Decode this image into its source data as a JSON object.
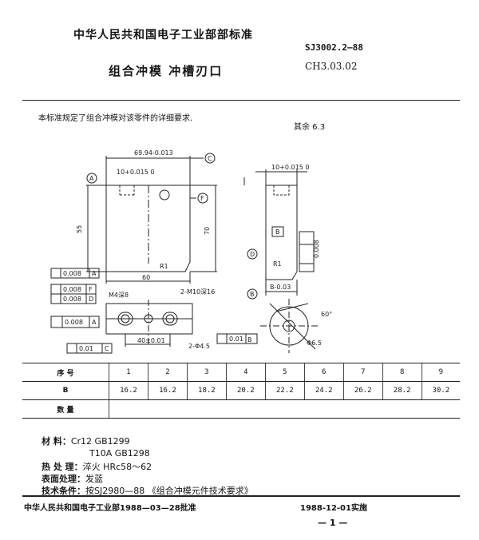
{
  "header": {
    "org_standard": "中华人民共和国电子工业部部标准",
    "std_code": "SJ3002.2—88",
    "title": "组合冲模   冲槽刃口",
    "part_code": "CH3.03.02"
  },
  "scope_text": "本标准规定了组合冲模对该零件的详细要求.",
  "roughness": "其余 6.3",
  "drawing": {
    "dim_length": "69.94-0.013",
    "datum_c": "C",
    "datum_a": "A",
    "datum_f": "F",
    "datum_d": "D",
    "datum_b": "B",
    "dim_slot": "10+0.015 0",
    "dim_slot2": "10+0.015 0",
    "dim_55": "55",
    "dim_70": "70",
    "dim_60": "60",
    "radius": "R1",
    "radius2": "R1",
    "dim_b": "B-0.03",
    "hole_m4": "M4深8",
    "hole_m10": "2-M10深16",
    "dim_40": "40±0.01",
    "dim_phi": "2-Φ4.5",
    "box_b": "B",
    "flat1": "0.008",
    "flat2": "0.008",
    "flat3": "0.008",
    "perp1": "0.008",
    "par1": "0.008",
    "sym1": "0.01",
    "sym2": "0.01",
    "angle": "60°",
    "d65": "Φ6.5"
  },
  "table": {
    "row_labels": [
      "序    号",
      "B",
      "数    量"
    ],
    "numbers": [
      "1",
      "2",
      "3",
      "4",
      "5",
      "6",
      "7",
      "8",
      "9"
    ],
    "b_values": [
      "16.2",
      "16.2",
      "18.2",
      "20.2",
      "22.2",
      "24.2",
      "26.2",
      "28.2",
      "30.2"
    ]
  },
  "materials": [
    {
      "k": "材    料：",
      "v": "Cr12 GB1299"
    },
    {
      "k": "",
      "v": "T10A GB1298"
    },
    {
      "k": "热 处 理：",
      "v": "淬火  HRc58～62"
    },
    {
      "k": "表面处理：",
      "v": "发蓝"
    },
    {
      "k": "技术条件：",
      "v": "按SJ2980—88  《组合冲模元件技术要求》"
    }
  ],
  "footer": {
    "approved": "中华人民共和国电子工业部1988—03—28批准",
    "effective": "1988-12-01实施",
    "page": "— 1 —"
  }
}
